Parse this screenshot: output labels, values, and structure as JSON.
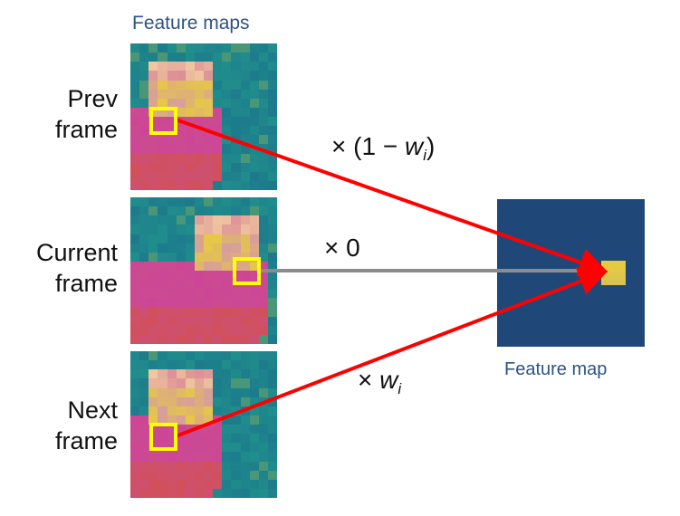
{
  "header": {
    "feature_maps_label": "Feature maps"
  },
  "frames": [
    {
      "id": "prev",
      "label_line1": "Prev",
      "label_line2": "frame",
      "highlight_cell": [
        3,
        8
      ]
    },
    {
      "id": "current",
      "label_line1": "Current",
      "label_line2": "frame",
      "highlight_cell": [
        12,
        8
      ]
    },
    {
      "id": "next",
      "label_line1": "Next",
      "label_line2": "frame",
      "highlight_cell": [
        3,
        8
      ]
    }
  ],
  "output": {
    "label": "Feature map"
  },
  "weights": {
    "prev": {
      "times": "×",
      "text": "(1 − ",
      "var": "w",
      "sub": "i",
      "close": ")"
    },
    "current": {
      "times": "×",
      "text": "0"
    },
    "next": {
      "times": "×",
      "var": "w",
      "sub": "i"
    }
  },
  "colors": {
    "arrow_red": "#ff0000",
    "arrow_gray": "#8c8c8c",
    "highlight_yellow": "#ffff00",
    "output_bg": "#1f4878",
    "label_blue": "#2f5383"
  }
}
